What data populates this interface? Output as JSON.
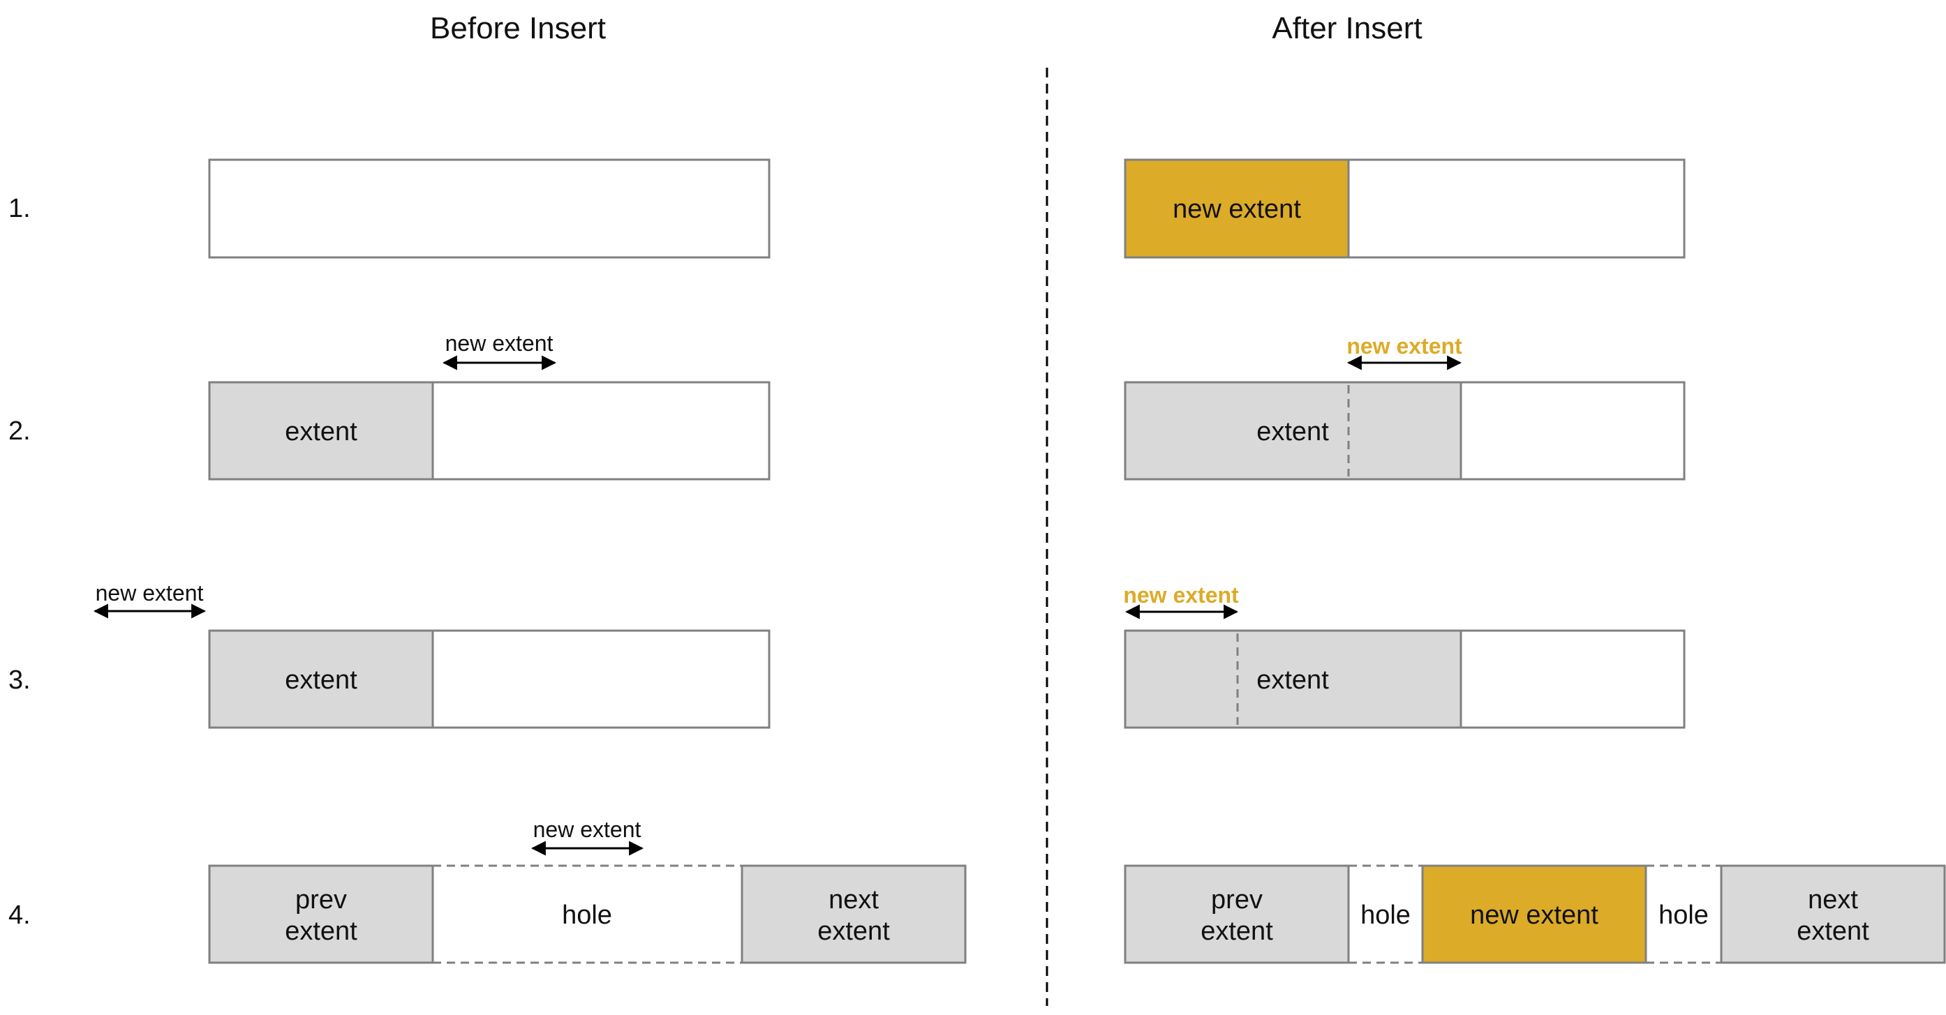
{
  "titles": {
    "before": "Before Insert",
    "after": "After Insert"
  },
  "rows": {
    "r1": {
      "number": "1."
    },
    "r2": {
      "number": "2."
    },
    "r3": {
      "number": "3."
    },
    "r4": {
      "number": "4."
    }
  },
  "labels": {
    "new_extent": "new extent",
    "extent": "extent",
    "prev": "prev",
    "next": "next",
    "hole": "hole"
  },
  "colors": {
    "new_extent_fill": "#DCAB28",
    "extent_fill": "#D9D9D9",
    "empty_fill": "#FFFFFF",
    "accent_text": "#DCAB28",
    "border": "#808080",
    "divider": "#000000"
  }
}
